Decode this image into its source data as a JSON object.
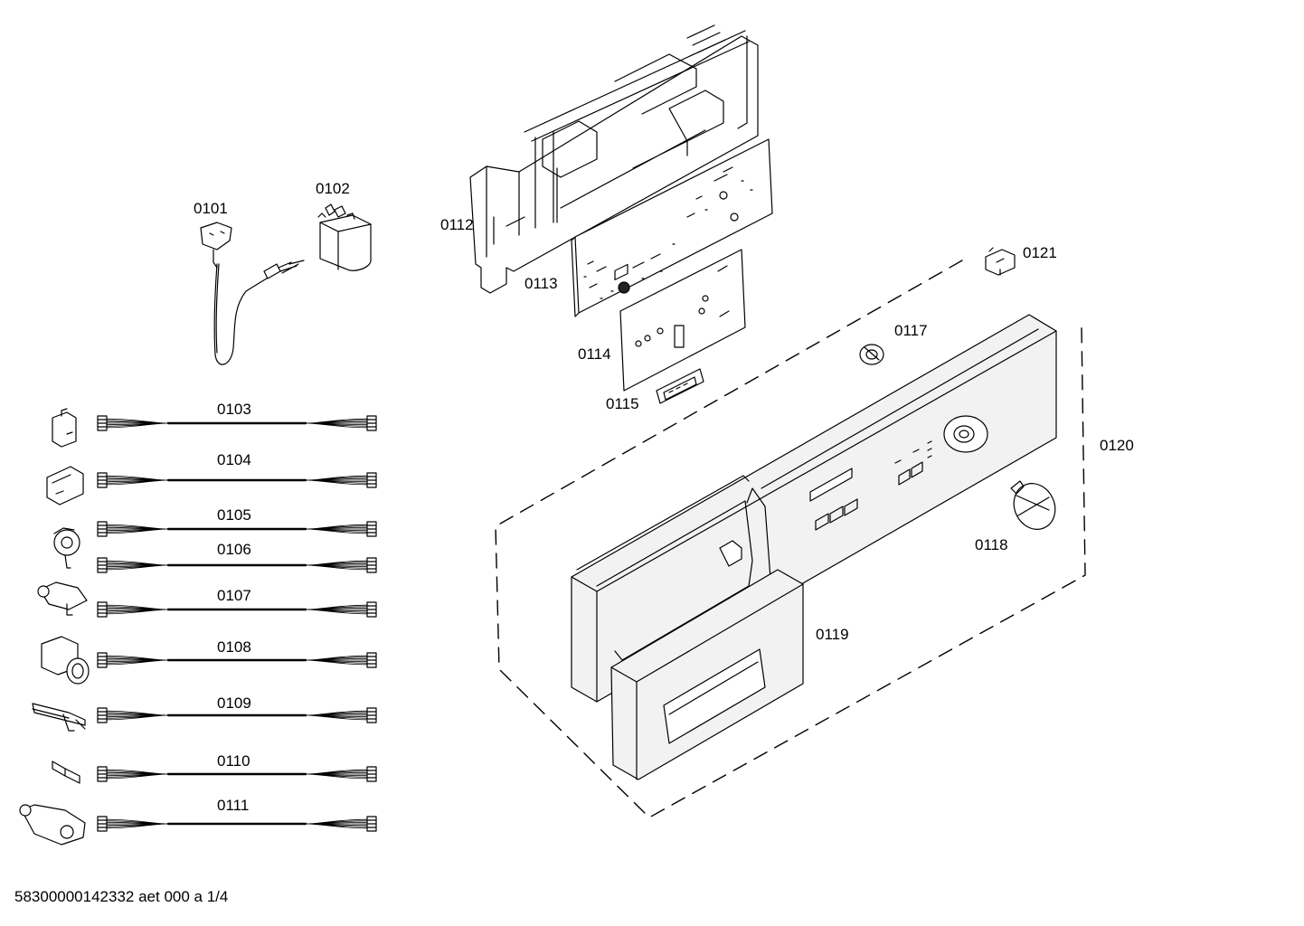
{
  "parts": {
    "p0101": "0101",
    "p0102": "0102",
    "p0103": "0103",
    "p0104": "0104",
    "p0105": "0105",
    "p0106": "0106",
    "p0107": "0107",
    "p0108": "0108",
    "p0109": "0109",
    "p0110": "0110",
    "p0111": "0111",
    "p0112": "0112",
    "p0113": "0113",
    "p0114": "0114",
    "p0115": "0115",
    "p0117": "0117",
    "p0118": "0118",
    "p0119": "0119",
    "p0120": "0120",
    "p0121": "0121"
  },
  "footer": "58300000142332 aet 000 a 1/4",
  "colors": {
    "line": "#000000",
    "background": "#ffffff",
    "panel": "#f2f2f2"
  }
}
